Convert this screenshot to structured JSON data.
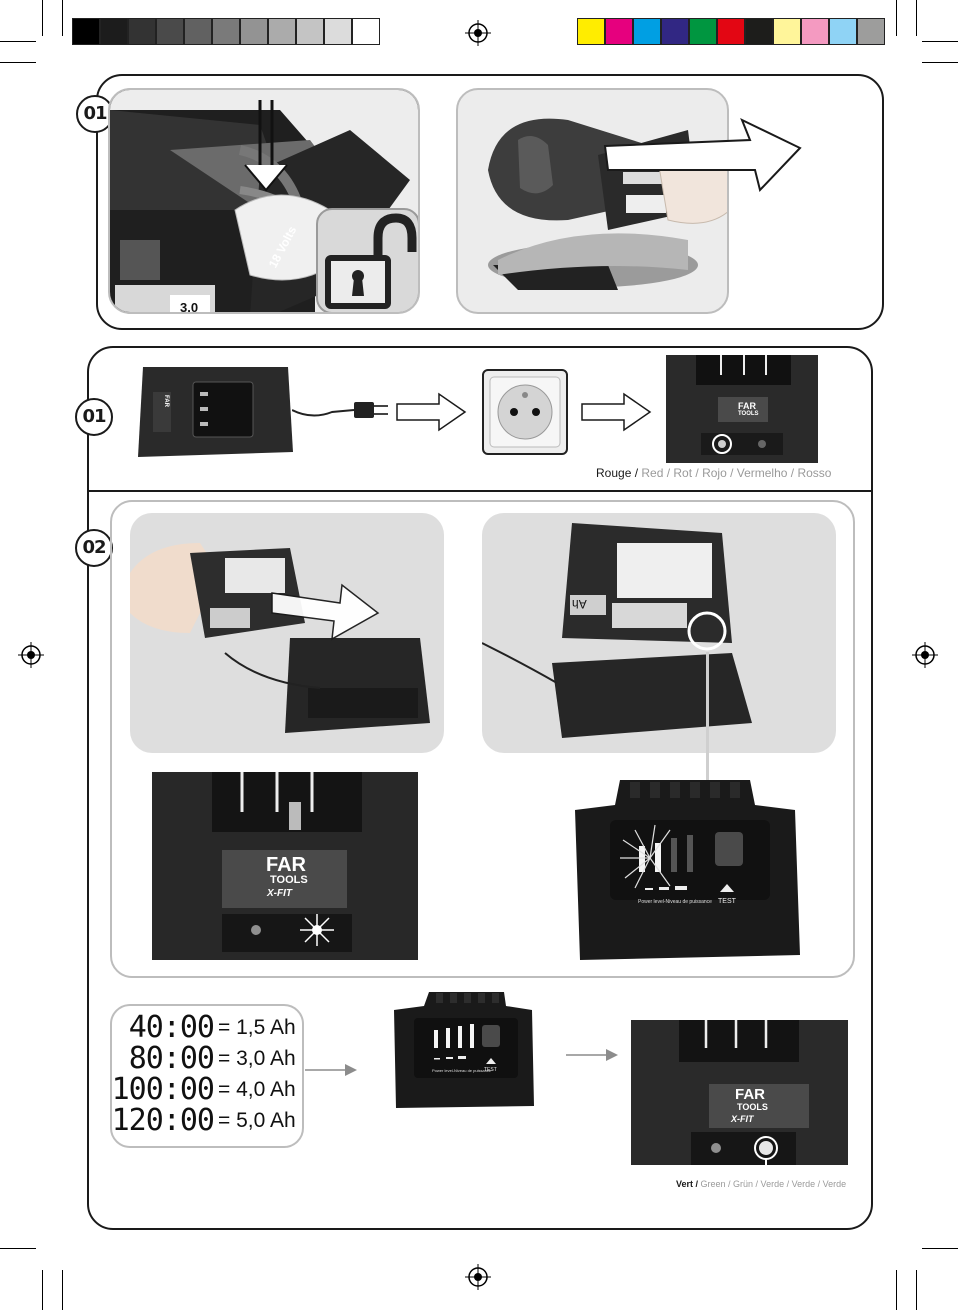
{
  "steps": {
    "top": "01",
    "mid_a": "01",
    "mid_b": "02"
  },
  "led_caption": {
    "red_primary": "Rouge /",
    "red_rest": "Red / Rot / Rojo / Vermelho / Rosso",
    "green_primary": "Vert /",
    "green_rest": "Green / Grün / Verde / Verde / Verde"
  },
  "battery": {
    "label_volts": "18 Volts",
    "label_ah": "3.0",
    "sticker": "Ah",
    "power_level": "Power level-Niveau de puissance",
    "test": "TEST"
  },
  "brand": {
    "far": "FAR",
    "tools": "TOOLS",
    "xfit": "X-FIT"
  },
  "charge_times": [
    {
      "time": "40:00",
      "capacity": "= 1,5 Ah"
    },
    {
      "time": "80:00",
      "capacity": "= 3,0 Ah"
    },
    {
      "time": "100:00",
      "capacity": "= 4,0 Ah"
    },
    {
      "time": "120:00",
      "capacity": "= 5,0 Ah"
    }
  ],
  "colors": {
    "swatches_gray": [
      "#000000",
      "#1c1c1c",
      "#333333",
      "#4a4a4a",
      "#616161",
      "#7a7a7a",
      "#939393",
      "#ababab",
      "#c4c4c4",
      "#dcdcdc",
      "#ffffff"
    ],
    "swatches_color": [
      "#ffed00",
      "#e6007e",
      "#009fe3",
      "#312783",
      "#009640",
      "#e30613",
      "#1d1d1b",
      "#fff59a",
      "#f49ac1",
      "#8fd3f5",
      "#9d9d9c"
    ]
  }
}
